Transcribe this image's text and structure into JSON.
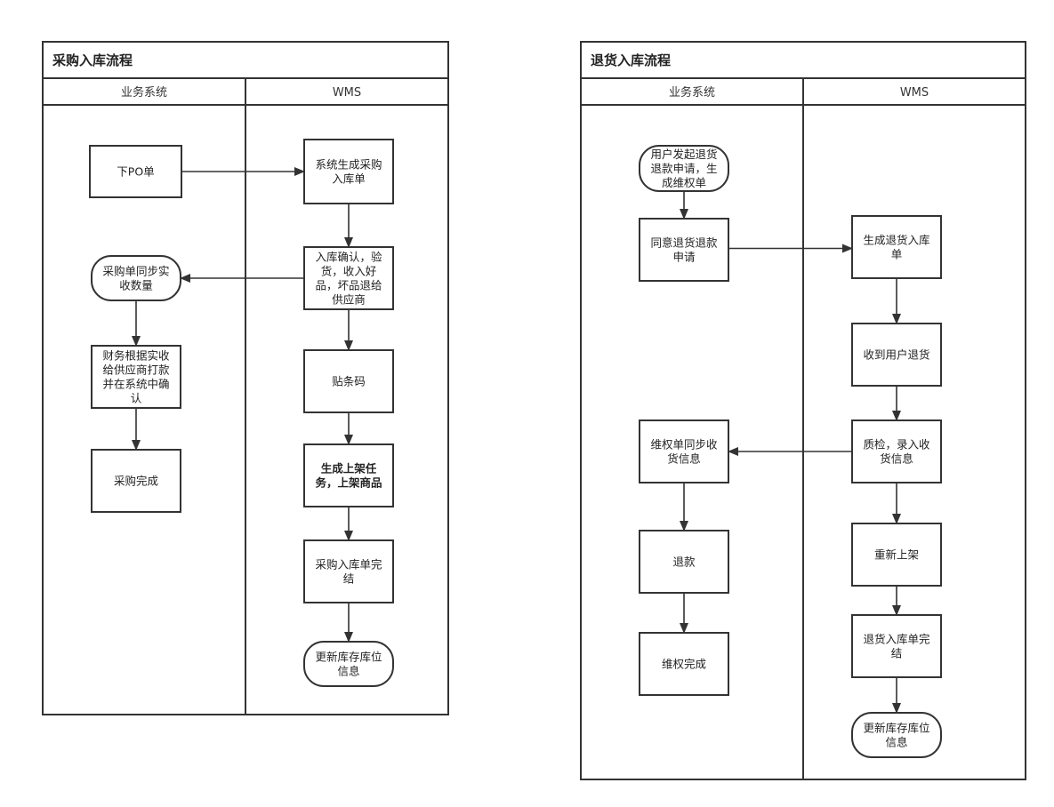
{
  "diagrams": [
    {
      "id": "purchase",
      "title": "采购入库流程",
      "lanes": [
        "业务系统",
        "WMS"
      ],
      "nodes": [
        {
          "id": "p1",
          "shape": "rect",
          "lines": [
            "下PO单"
          ]
        },
        {
          "id": "p2",
          "shape": "rect",
          "lines": [
            "系统生成采购",
            "入库单"
          ]
        },
        {
          "id": "p3",
          "shape": "rect",
          "lines": [
            "入库确认，验",
            "货，收入好",
            "品，坏品退给",
            "供应商"
          ]
        },
        {
          "id": "p4",
          "shape": "pill",
          "lines": [
            "采购单同步实",
            "收数量"
          ]
        },
        {
          "id": "p5",
          "shape": "rect",
          "lines": [
            "财务根据实收",
            "给供应商打款",
            "并在系统中确",
            "认"
          ]
        },
        {
          "id": "p6",
          "shape": "rect",
          "lines": [
            "采购完成"
          ]
        },
        {
          "id": "p7",
          "shape": "rect",
          "lines": [
            "贴条码"
          ]
        },
        {
          "id": "p8",
          "shape": "rect",
          "bold": true,
          "lines": [
            "生成上架任",
            "务，上架商品"
          ]
        },
        {
          "id": "p9",
          "shape": "rect",
          "lines": [
            "采购入库单完",
            "结"
          ]
        },
        {
          "id": "p10",
          "shape": "pill",
          "lines": [
            "更新库存库位",
            "信息"
          ]
        }
      ],
      "edges": [
        {
          "from": "p1",
          "to": "p2"
        },
        {
          "from": "p2",
          "to": "p3"
        },
        {
          "from": "p3",
          "to": "p4"
        },
        {
          "from": "p4",
          "to": "p5"
        },
        {
          "from": "p5",
          "to": "p6"
        },
        {
          "from": "p3",
          "to": "p7"
        },
        {
          "from": "p7",
          "to": "p8"
        },
        {
          "from": "p8",
          "to": "p9"
        },
        {
          "from": "p9",
          "to": "p10"
        }
      ]
    },
    {
      "id": "return",
      "title": "退货入库流程",
      "lanes": [
        "业务系统",
        "WMS"
      ],
      "nodes": [
        {
          "id": "r1",
          "shape": "pill",
          "lines": [
            "用户发起退货",
            "退款申请，生",
            "成维权单"
          ]
        },
        {
          "id": "r2",
          "shape": "rect",
          "lines": [
            "同意退货退款",
            "申请"
          ]
        },
        {
          "id": "r3",
          "shape": "rect",
          "lines": [
            "生成退货入库",
            "单"
          ]
        },
        {
          "id": "r4",
          "shape": "rect",
          "lines": [
            "收到用户退货"
          ]
        },
        {
          "id": "r5",
          "shape": "rect",
          "lines": [
            "质检，录入收",
            "货信息"
          ]
        },
        {
          "id": "r6",
          "shape": "rect",
          "lines": [
            "维权单同步收",
            "货信息"
          ]
        },
        {
          "id": "r7",
          "shape": "rect",
          "lines": [
            "退款"
          ]
        },
        {
          "id": "r8",
          "shape": "rect",
          "lines": [
            "维权完成"
          ]
        },
        {
          "id": "r9",
          "shape": "rect",
          "lines": [
            "重新上架"
          ]
        },
        {
          "id": "r10",
          "shape": "rect",
          "lines": [
            "退货入库单完",
            "结"
          ]
        },
        {
          "id": "r11",
          "shape": "pill",
          "lines": [
            "更新库存库位",
            "信息"
          ]
        }
      ],
      "edges": [
        {
          "from": "r1",
          "to": "r2"
        },
        {
          "from": "r2",
          "to": "r3"
        },
        {
          "from": "r3",
          "to": "r4"
        },
        {
          "from": "r4",
          "to": "r5"
        },
        {
          "from": "r5",
          "to": "r6"
        },
        {
          "from": "r6",
          "to": "r7"
        },
        {
          "from": "r7",
          "to": "r8"
        },
        {
          "from": "r5",
          "to": "r9"
        },
        {
          "from": "r9",
          "to": "r10"
        },
        {
          "from": "r10",
          "to": "r11"
        }
      ]
    }
  ]
}
